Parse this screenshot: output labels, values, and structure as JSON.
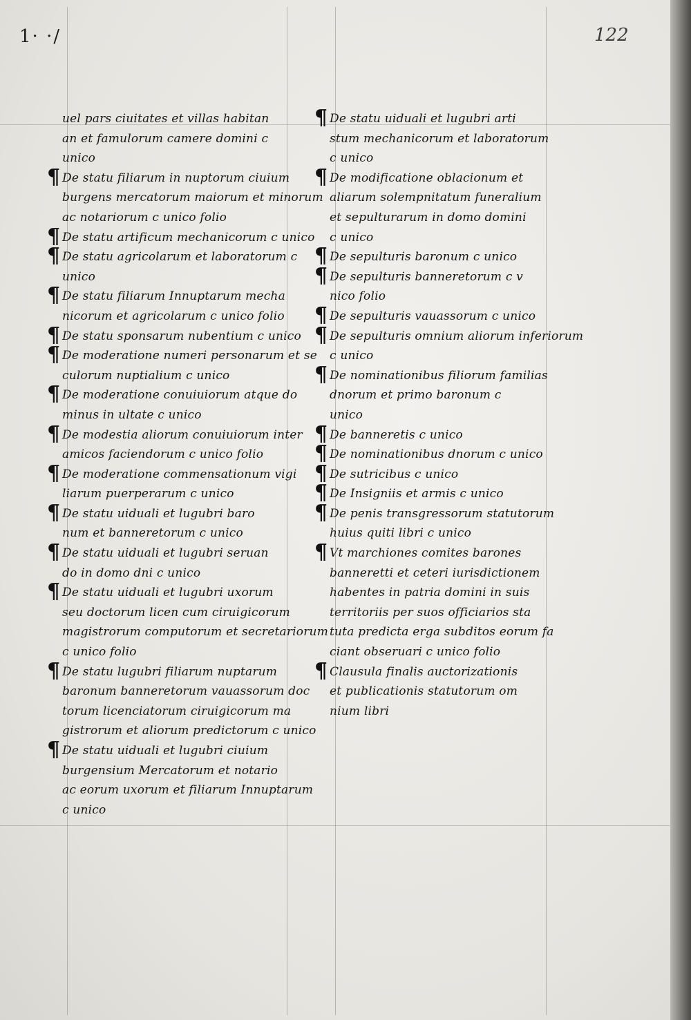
{
  "page": {
    "folio": "122",
    "top_marks": "1· ·/"
  },
  "left_column": [
    {
      "pilcrow": "",
      "lines": [
        "uel pars ciuitates et villas habitan",
        "an et famulorum camere domini c",
        "unico"
      ]
    },
    {
      "pilcrow": "¶",
      "lines": [
        "De statu filiarum in nuptorum ciuium",
        "burgens mercatorum maiorum et minorum",
        "ac notariorum c unico folio"
      ]
    },
    {
      "pilcrow": "¶",
      "lines": [
        "De statu artificum mechanicorum c unico"
      ]
    },
    {
      "pilcrow": "¶",
      "lines": [
        "De statu agricolarum et laboratorum c",
        "unico"
      ]
    },
    {
      "pilcrow": "¶",
      "lines": [
        "De statu filiarum Innuptarum mecha",
        "nicorum et agricolarum c unico folio"
      ]
    },
    {
      "pilcrow": "¶",
      "lines": [
        "De statu sponsarum nubentium c unico"
      ]
    },
    {
      "pilcrow": "¶",
      "lines": [
        "De moderatione numeri personarum et se",
        "culorum nuptialium c unico"
      ]
    },
    {
      "pilcrow": "¶",
      "lines": [
        "De moderatione conuiuiorum atque do",
        "minus in ultate c unico"
      ]
    },
    {
      "pilcrow": "¶",
      "lines": [
        "De modestia aliorum conuiuiorum inter",
        "amicos faciendorum c unico folio"
      ]
    },
    {
      "pilcrow": "¶",
      "lines": [
        "De moderatione commensationum vigi",
        "liarum puerperarum c unico"
      ]
    },
    {
      "pilcrow": "¶",
      "lines": [
        "De statu uiduali et lugubri baro",
        "num et banneretorum c unico"
      ]
    },
    {
      "pilcrow": "¶",
      "lines": [
        "De statu uiduali et lugubri seruan",
        "do in domo dni c unico"
      ]
    },
    {
      "pilcrow": "¶",
      "lines": [
        "De statu uiduali et lugubri uxorum",
        "seu doctorum licen cum ciruigicorum",
        "magistrorum computorum et secretariorum",
        "c unico folio"
      ]
    },
    {
      "pilcrow": "¶",
      "lines": [
        "De statu lugubri filiarum nuptarum",
        "baronum banneretorum vauassorum doc",
        "torum licenciatorum ciruigicorum ma",
        "gistrorum et aliorum predictorum c unico"
      ]
    },
    {
      "pilcrow": "¶",
      "lines": [
        "De statu uiduali et lugubri ciuium",
        "burgensium Mercatorum et notario",
        "ac eorum uxorum et filiarum Innuptarum",
        "c unico"
      ]
    }
  ],
  "right_column": [
    {
      "pilcrow": "¶",
      "lines": [
        "De statu uiduali et lugubri arti",
        "stum mechanicorum et laboratorum",
        "c unico"
      ]
    },
    {
      "pilcrow": "¶",
      "lines": [
        "De modificatione oblacionum et",
        "aliarum solempnitatum funeralium",
        "et sepulturarum in domo domini",
        "c unico"
      ]
    },
    {
      "pilcrow": "¶",
      "lines": [
        "De sepulturis baronum c unico"
      ]
    },
    {
      "pilcrow": "¶",
      "lines": [
        "De sepulturis banneretorum c v",
        "nico folio"
      ]
    },
    {
      "pilcrow": "¶",
      "lines": [
        "De sepulturis vauassorum c unico"
      ]
    },
    {
      "pilcrow": "¶",
      "lines": [
        "De sepulturis omnium aliorum inferiorum",
        "c unico"
      ]
    },
    {
      "pilcrow": "¶",
      "lines": [
        "De nominationibus filiorum familias",
        "dnorum et primo baronum c",
        "unico"
      ]
    },
    {
      "pilcrow": "¶",
      "lines": [
        "De banneretis c unico"
      ]
    },
    {
      "pilcrow": "¶",
      "lines": [
        "De nominationibus dnorum c unico"
      ]
    },
    {
      "pilcrow": "¶",
      "lines": [
        "De sutricibus c unico"
      ]
    },
    {
      "pilcrow": "¶",
      "lines": [
        "De Insigniis et armis c unico"
      ]
    },
    {
      "pilcrow": "¶",
      "lines": [
        "De penis transgressorum statutorum",
        "huius quiti libri c unico"
      ]
    },
    {
      "pilcrow": "¶",
      "lines": [
        "Vt marchiones comites barones",
        "banneretti et ceteri iurisdictionem",
        "habentes in patria domini in suis",
        "territoriis per suos officiarios sta",
        "tuta predicta erga subditos eorum fa",
        "ciant obseruari c unico folio"
      ]
    },
    {
      "pilcrow": "¶",
      "lines": [
        "Clausula finalis auctorizationis",
        "et publicationis statutorum om",
        "nium libri"
      ]
    }
  ]
}
